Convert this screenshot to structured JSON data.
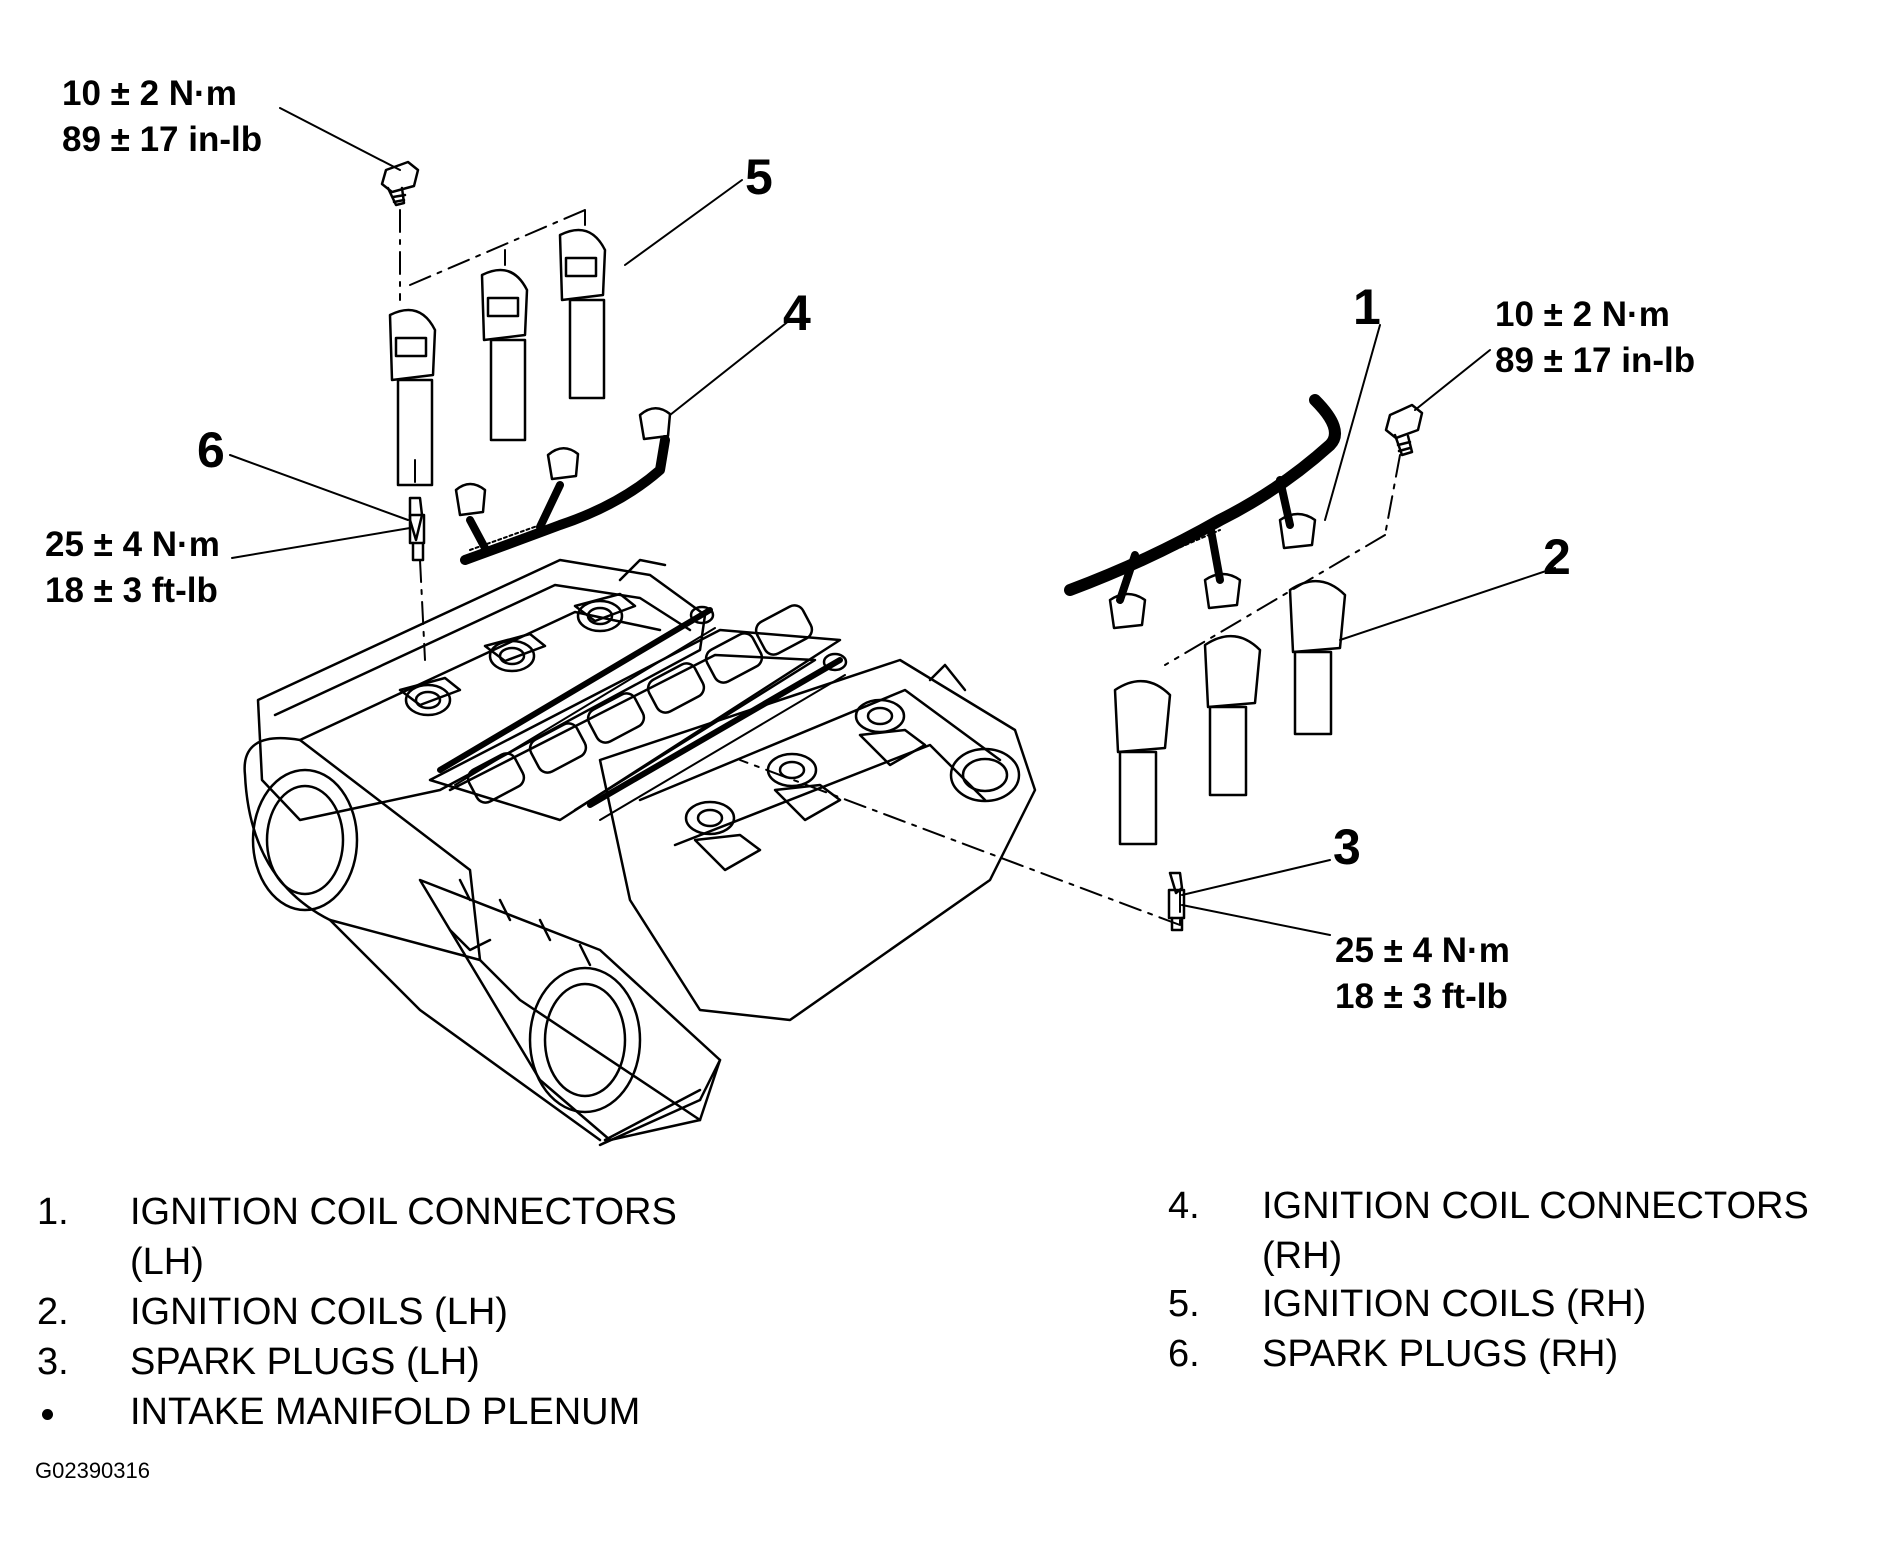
{
  "callouts": [
    "1",
    "2",
    "3",
    "4",
    "5",
    "6"
  ],
  "torque": {
    "bolt_rh": {
      "line1": "10 ± 2 N·m",
      "line2": "89 ± 17 in-lb"
    },
    "bolt_lh": {
      "line1": "10 ± 2 N·m",
      "line2": "89 ± 17 in-lb"
    },
    "spark_plug_rh": {
      "line1": "25 ± 4 N·m",
      "line2": "18 ± 3 ft-lb"
    },
    "spark_plug_lh": {
      "line1": "25 ± 4 N·m",
      "line2": "18 ± 3 ft-lb"
    }
  },
  "legend": {
    "left": [
      {
        "num": "1.",
        "line1": "IGNITION COIL CONNECTORS",
        "line2": "(LH)"
      },
      {
        "num": "2.",
        "line1": "IGNITION COILS (LH)"
      },
      {
        "num": "3.",
        "line1": "SPARK PLUGS (LH)"
      },
      {
        "num": "",
        "line1": "INTAKE MANIFOLD PLENUM"
      }
    ],
    "right": [
      {
        "num": "4.",
        "line1": "IGNITION COIL CONNECTORS",
        "line2": "(RH)"
      },
      {
        "num": "5.",
        "line1": "IGNITION COILS (RH)"
      },
      {
        "num": "6.",
        "line1": "SPARK PLUGS (RH)"
      }
    ]
  },
  "figure_id": "G02390316",
  "colors": {
    "ink": "#000000",
    "paper": "#ffffff"
  }
}
